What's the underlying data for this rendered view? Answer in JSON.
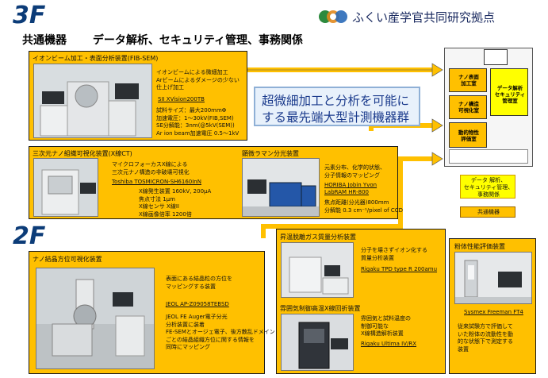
{
  "header": {
    "floor_3f": "3F",
    "floor_2f": "2F",
    "logo_text": "ふくい産学官共同研究拠点",
    "subtitle_left": "共通機器",
    "subtitle_right": "データ解析、セキュリティ管理、事務関係"
  },
  "headline": {
    "line1": "超微細加工と分析を可能に",
    "line2": "する最先端大型計測機器群"
  },
  "fib": {
    "title": "イオンビーム加工・表面分析装置(FIB-SEM)",
    "desc": "イオンビームによる微細加工\nArビームによるダメージの少ない\n仕上げ加工",
    "model": "SII  XVision200TB",
    "specs": "試料サイズ：最大200mmΦ\n加速電圧：1～30kV(FIB,SEM)\nSE分解能：3nm(@5kV(SEM))\nAr ion beam加速電圧 0.5～1kV"
  },
  "ct": {
    "title": "三次元ナノ組織可視化装置(X線CT)",
    "desc": "マイクロフォーカスX線による\n三次元ナノ構造の非破壊可視化",
    "model": "Toshiba  TOSMICRON-SH6160InN",
    "specs": "X線発生装置 160kV, 200μA\n焦点寸法 1μm\nX線センサ X線II\nX線画像倍率 1200倍"
  },
  "raman": {
    "title": "顕微ラマン分光装置",
    "desc": "元素分布、化学的状態、\n分子情報のマッピング",
    "model1": "HORIBA  Jobin Yvon",
    "model2": "LabRAM HR-800",
    "specs": "焦点距離(分光器)800mm\n分解能 0.3 cm⁻¹/pixel of CCD"
  },
  "auger": {
    "title": "ナノ結晶方位可視化装置",
    "desc": "表面にある結晶粒の方位を\nマッピングする装置",
    "model": "JEOL  AP-Z09058TEBSD",
    "specs": "JEOL FE Auger電子分光\n分析装置に装着\nFE-SEMとオージェ電子、後方散乱ドメイン\nごとの結晶組織方位に関する情報を\n同時にマッピング"
  },
  "tpd": {
    "title": "昇温脱離ガス質量分析装置",
    "desc": "分子を壊さずイオン化する\n質量分析装置",
    "model": "Rigaku  TPD type R 200amu"
  },
  "xrd": {
    "title": "雰囲気制御高温X線回折装置",
    "desc": "雰囲気と試料温度の\n制御可能な\nX線構造解析装置",
    "model": "Rigaku  Ultima IV/RX"
  },
  "powder": {
    "title": "粉体性能評価装置",
    "model": "Sysmex  Freeman FT4",
    "desc": "従来試験方で評価して\nいた粉体の流動性を動\n的な状態下で測定する\n装置"
  },
  "floorplan": {
    "room1": "ナノ構造\n可視化室",
    "room2": "ナノ表面\n加工室",
    "room3": "データ解析\nセキュリティ\n管理室",
    "room4": "動的物性\n評価室"
  },
  "legend": {
    "text": "データ 解析、\nセキュリティ管理、\n事務関係",
    "common": "共通機器"
  }
}
